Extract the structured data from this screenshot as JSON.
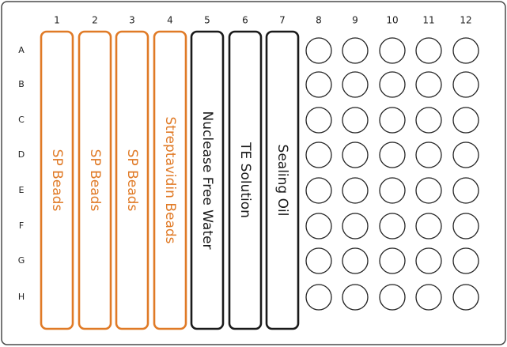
{
  "colors": {
    "orange": "#e07a26",
    "black": "#1a1a1a"
  },
  "plate": {
    "column_labels": [
      "1",
      "2",
      "3",
      "4",
      "5",
      "6",
      "7",
      "8",
      "9",
      "10",
      "11",
      "12"
    ],
    "row_labels": [
      "A",
      "B",
      "C",
      "D",
      "E",
      "F",
      "G",
      "H"
    ],
    "lanes": [
      {
        "column": "1",
        "label": "SP Beads",
        "color": "orange",
        "rotation": "cw"
      },
      {
        "column": "2",
        "label": "SP Beads",
        "color": "orange",
        "rotation": "cw"
      },
      {
        "column": "3",
        "label": "SP Beads",
        "color": "orange",
        "rotation": "cw"
      },
      {
        "column": "4",
        "label": "Streptavidin Beads",
        "color": "orange",
        "rotation": "cw"
      },
      {
        "column": "5",
        "label": "Nuclease Free Water",
        "color": "black",
        "rotation": "cw"
      },
      {
        "column": "6",
        "label": "TE Solution",
        "color": "black",
        "rotation": "cw"
      },
      {
        "column": "7",
        "label": "Sealing Oil",
        "color": "black",
        "rotation": "cw"
      }
    ],
    "empty_columns": [
      "8",
      "9",
      "10",
      "11",
      "12"
    ]
  }
}
